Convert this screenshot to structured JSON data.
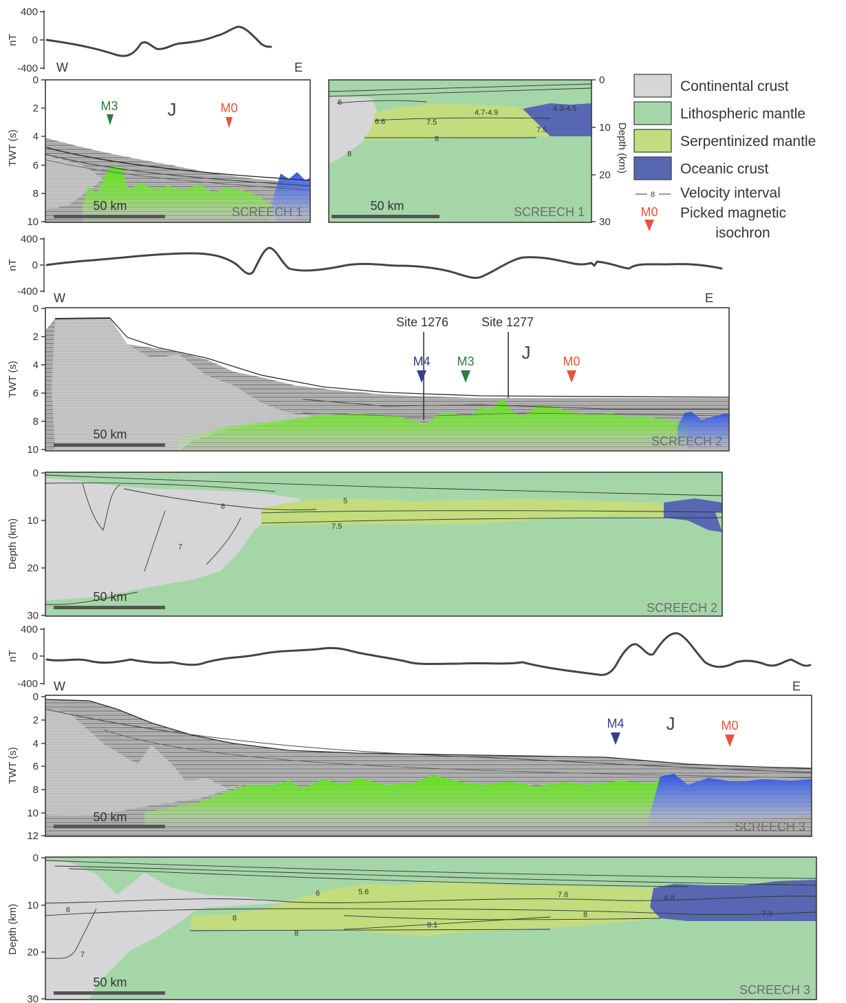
{
  "units": {
    "nT": "nT",
    "twt": "TWT (s)",
    "depth": "Depth (km)",
    "scale": "50 km"
  },
  "directions": {
    "west": "W",
    "east": "E"
  },
  "mag_ticks": [
    "400",
    "0",
    "-400"
  ],
  "twt_ticks_10": [
    "0",
    "2",
    "4",
    "6",
    "8",
    "10"
  ],
  "twt_ticks_12": [
    "0",
    "2",
    "4",
    "6",
    "8",
    "10",
    "12"
  ],
  "depth_ticks": [
    "0",
    "10",
    "20",
    "30"
  ],
  "depth_ticks_right": [
    "0",
    "10",
    "20",
    "30"
  ],
  "markers": {
    "m0": "M0",
    "m3": "M3",
    "m4": "M4",
    "j": "J",
    "site1276": "Site 1276",
    "site1277": "Site 1277"
  },
  "profiles": {
    "screech1": "SCREECH 1",
    "screech2": "SCREECH 2",
    "screech3": "SCREECH 3"
  },
  "velocity_labels": {
    "s1": [
      "6",
      "6.6",
      "8",
      "7.5",
      "4.7-4.9",
      "4.3-4.5",
      "7.5",
      "8"
    ],
    "s2": [
      "5",
      "6",
      "7.5",
      "7"
    ],
    "s3": [
      "6",
      "5.6",
      "7.6",
      "6.8",
      "8",
      "8",
      "8",
      "8.1",
      "7.9",
      "6",
      "7"
    ]
  },
  "legend": {
    "items": [
      {
        "label": "Continental crust",
        "color": "#d6d6d8"
      },
      {
        "label": "Lithospheric mantle",
        "color": "#a5d6a8"
      },
      {
        "label": "Serpentinized mantle",
        "color": "#c2dc7e"
      },
      {
        "label": "Oceanic crust",
        "color": "#5767b2"
      }
    ],
    "velocity_interval": "Velocity interval",
    "velocity_example": "8",
    "isochron_marker": "M0",
    "isochron_label_1": "Picked magnetic",
    "isochron_label_2": "isochron"
  },
  "colors": {
    "continental_crust": "#d6d6d8",
    "lithospheric_mantle": "#a5d6a8",
    "serpentinized_mantle": "#c2dc7e",
    "oceanic_crust": "#5767b2",
    "seismic_green": "#66e12a",
    "seismic_blue": "#3d5fdd",
    "m0_red": "#e8533c",
    "m3_green": "#2f7a3e",
    "m4_blue": "#34408c",
    "magnetic_line": "#444444"
  }
}
